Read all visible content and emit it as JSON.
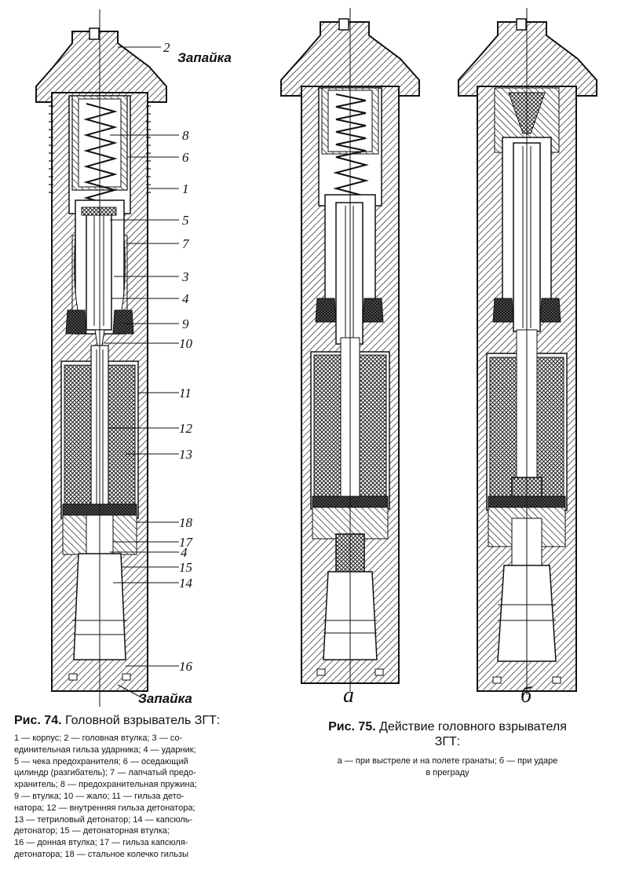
{
  "figure74": {
    "number": "Рис. 74.",
    "title": "Головной взрыватель ЗГТ:",
    "seal_top": "Запайка",
    "seal_bottom": "Запайка",
    "callouts": [
      "2",
      "8",
      "6",
      "1",
      "5",
      "7",
      "3",
      "4",
      "9",
      "10",
      "11",
      "12",
      "13",
      "18",
      "17",
      "4",
      "15",
      "14",
      "16"
    ],
    "legend_lines": [
      "1 — корпус;  2 — головная втулка;  3 — со-",
      "единительная гильза ударника; 4 — ударник;",
      "5 — чека   предохранителя;   6 — оседающий",
      "цилиндр (разгибатель);  7 — лапчатый предо-",
      "хранитель;  8 — предохранительная пружина;",
      "9 — втулка;   10 — жало;   11 — гильза  дето-",
      "натора;  12 — внутренняя гильза детонатора;",
      "13 — тетриловый  детонатор;  14 — капсюль-",
      "детонатор;    15 — детонаторная    втулка;",
      "16 — донная втулка;  17 — гильза  капсюля-",
      "детонатора;  18 — стальное колечко гильзы"
    ]
  },
  "figure75": {
    "number": "Рис. 75.",
    "title_line1": "Действие головного взрывателя",
    "title_line2": "ЗГТ:",
    "label_a": "а",
    "label_b": "б",
    "legend_line1": "а — при выстреле и на полете гранаты;  б — при ударе",
    "legend_line2": "в преграду"
  }
}
